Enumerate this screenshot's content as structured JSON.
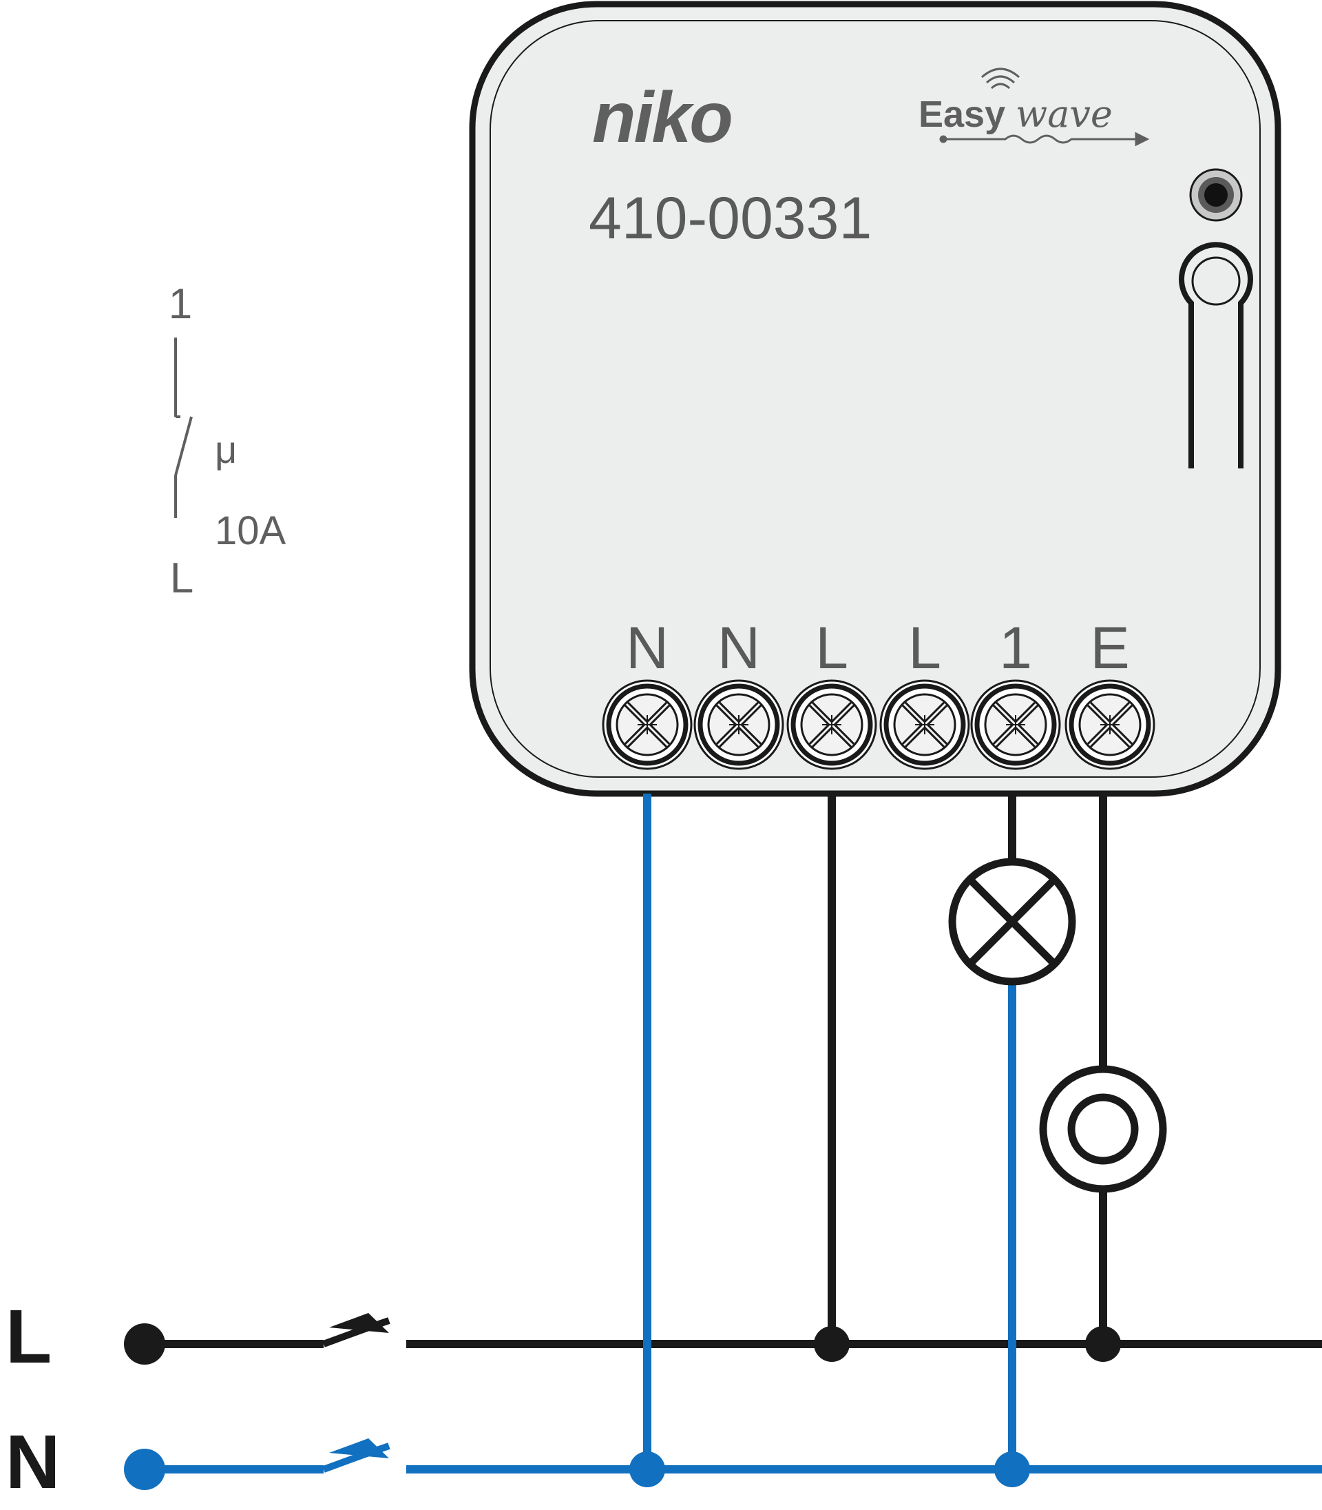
{
  "device": {
    "brand": "niko",
    "product_line_a": "Easy",
    "product_line_b": "wave",
    "model": "410-00331",
    "terminals": [
      "N",
      "N",
      "L",
      "L",
      "1",
      "E"
    ]
  },
  "symbol": {
    "top": "1",
    "bottom": "L",
    "micro": "μ",
    "rating": "10A"
  },
  "supply": {
    "line": "L",
    "neutral": "N"
  },
  "colors": {
    "phase": "#1a1a1a",
    "neutral": "#1170bf",
    "housing": "#eceeed",
    "label_gray": "#606060"
  }
}
